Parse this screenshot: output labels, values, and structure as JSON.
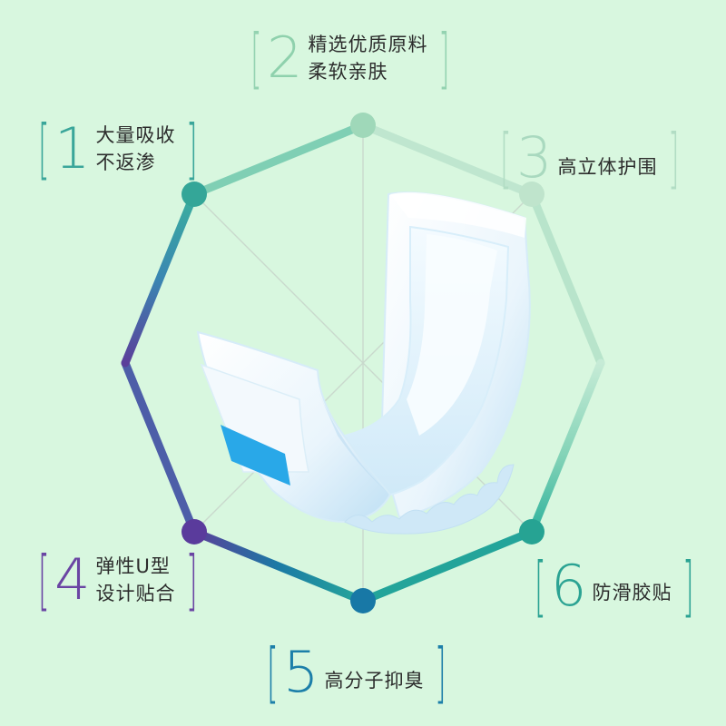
{
  "colors": {
    "background": "#d8f7df",
    "octagon_top": "#b6e5c8",
    "octagon_left": "#31a99b",
    "octagon_left_mid": "#3a7fb0",
    "octagon_bottom_left": "#5b3f9a",
    "octagon_bottom": "#1a7aa6",
    "octagon_right": "#3fc3a6",
    "spokes": "#c8d8cc",
    "pad_blue": "#29a8e8"
  },
  "features": [
    {
      "number": "1",
      "line1": "大量吸收",
      "line2": "不返渗",
      "color": "#3aa69a",
      "icon": "octagon-node"
    },
    {
      "number": "2",
      "line1": "精选优质原料",
      "line2": "柔软亲肤",
      "color": "#8fd1ad",
      "icon": "octagon-node"
    },
    {
      "number": "3",
      "line1": "高立体护围",
      "line2": "",
      "color": "#a9d9bf",
      "icon": "octagon-node"
    },
    {
      "number": "4",
      "line1": "弹性U型",
      "line2": "设计贴合",
      "color": "#6a45a3",
      "icon": "octagon-node"
    },
    {
      "number": "5",
      "line1": "高分子抑臭",
      "line2": "",
      "color": "#1c7fa9",
      "icon": "octagon-node"
    },
    {
      "number": "6",
      "line1": "防滑胶贴",
      "line2": "",
      "color": "#2ba393",
      "icon": "octagon-node"
    }
  ],
  "brackets": {
    "open": "[",
    "close": "]"
  },
  "product": {
    "icon": "diaper-pad-icon"
  }
}
